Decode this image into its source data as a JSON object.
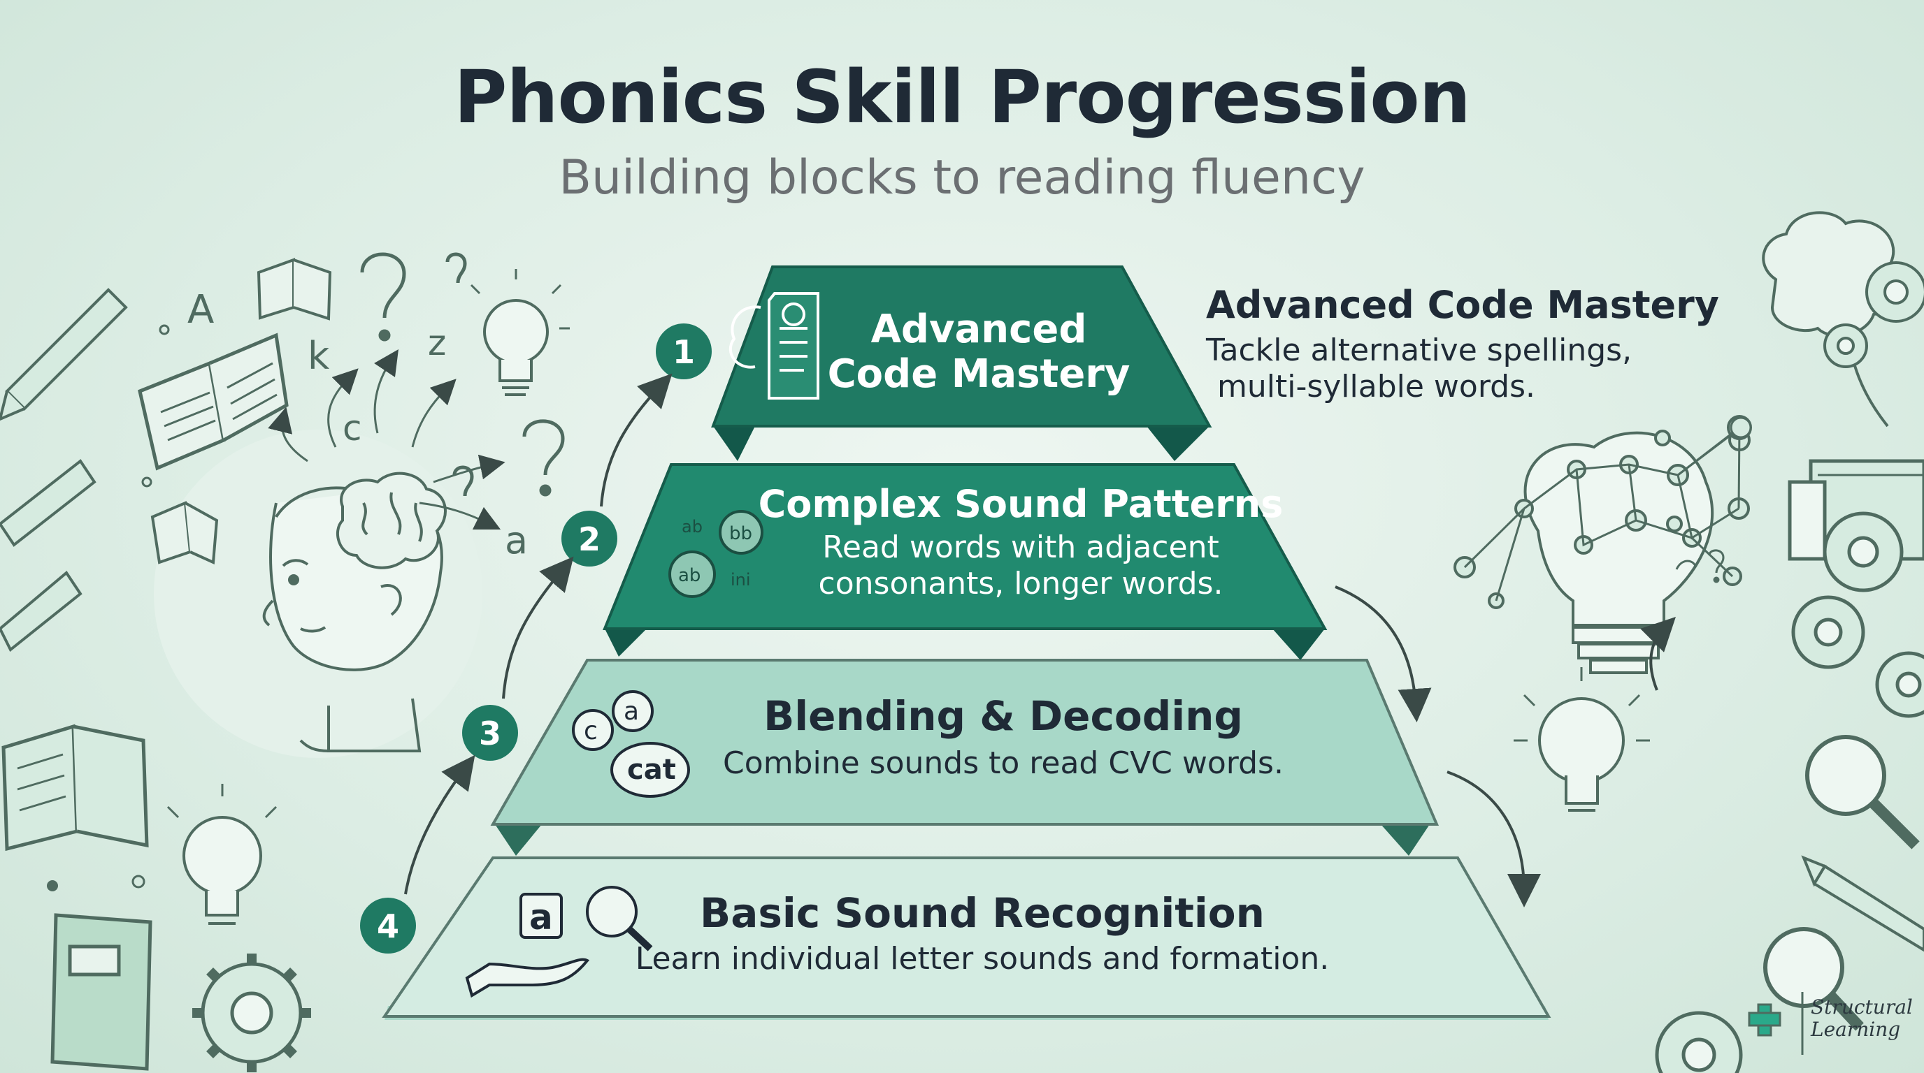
{
  "title": "Phonics Skill Progression",
  "subtitle": "Building blocks to reading fluency",
  "levels": [
    {
      "number": "1",
      "title_line1": "Advanced",
      "title_line2": "Code Mastery"
    },
    {
      "number": "2",
      "title": "Complex Sound Patterns",
      "desc_line1": "Read words with adjacent",
      "desc_line2": "consonants, longer words."
    },
    {
      "number": "3",
      "title": "Blending & Decoding",
      "desc": "Combine sounds to read CVC words."
    },
    {
      "number": "4",
      "title": "Basic Sound Recognition",
      "desc": "Learn individual letter sounds and formation."
    }
  ],
  "side_note": {
    "title": "Advanced Code Mastery",
    "line1": "Tackle alternative spellings,",
    "line2": "multi-syllable words."
  },
  "icon_glyphs": {
    "letter_a": "a",
    "blend_c": "c",
    "blend_a": "a",
    "blend_word": "cat",
    "pattern_ab": "ab",
    "pattern_bb": "bb",
    "pattern_ini": "ini",
    "float_A": "A",
    "float_k": "k",
    "float_z": "z",
    "float_c": "c",
    "float_a": "a"
  },
  "logo": {
    "line1": "Structural",
    "line2": "Learning"
  },
  "colors": {
    "dark_green": "#1f7a63",
    "mid_green": "#218a6f",
    "light_green": "#a8d8c8",
    "pale_green": "#c8e8dc",
    "text_dark": "#1f2a36",
    "outline": "#4f6b60"
  }
}
